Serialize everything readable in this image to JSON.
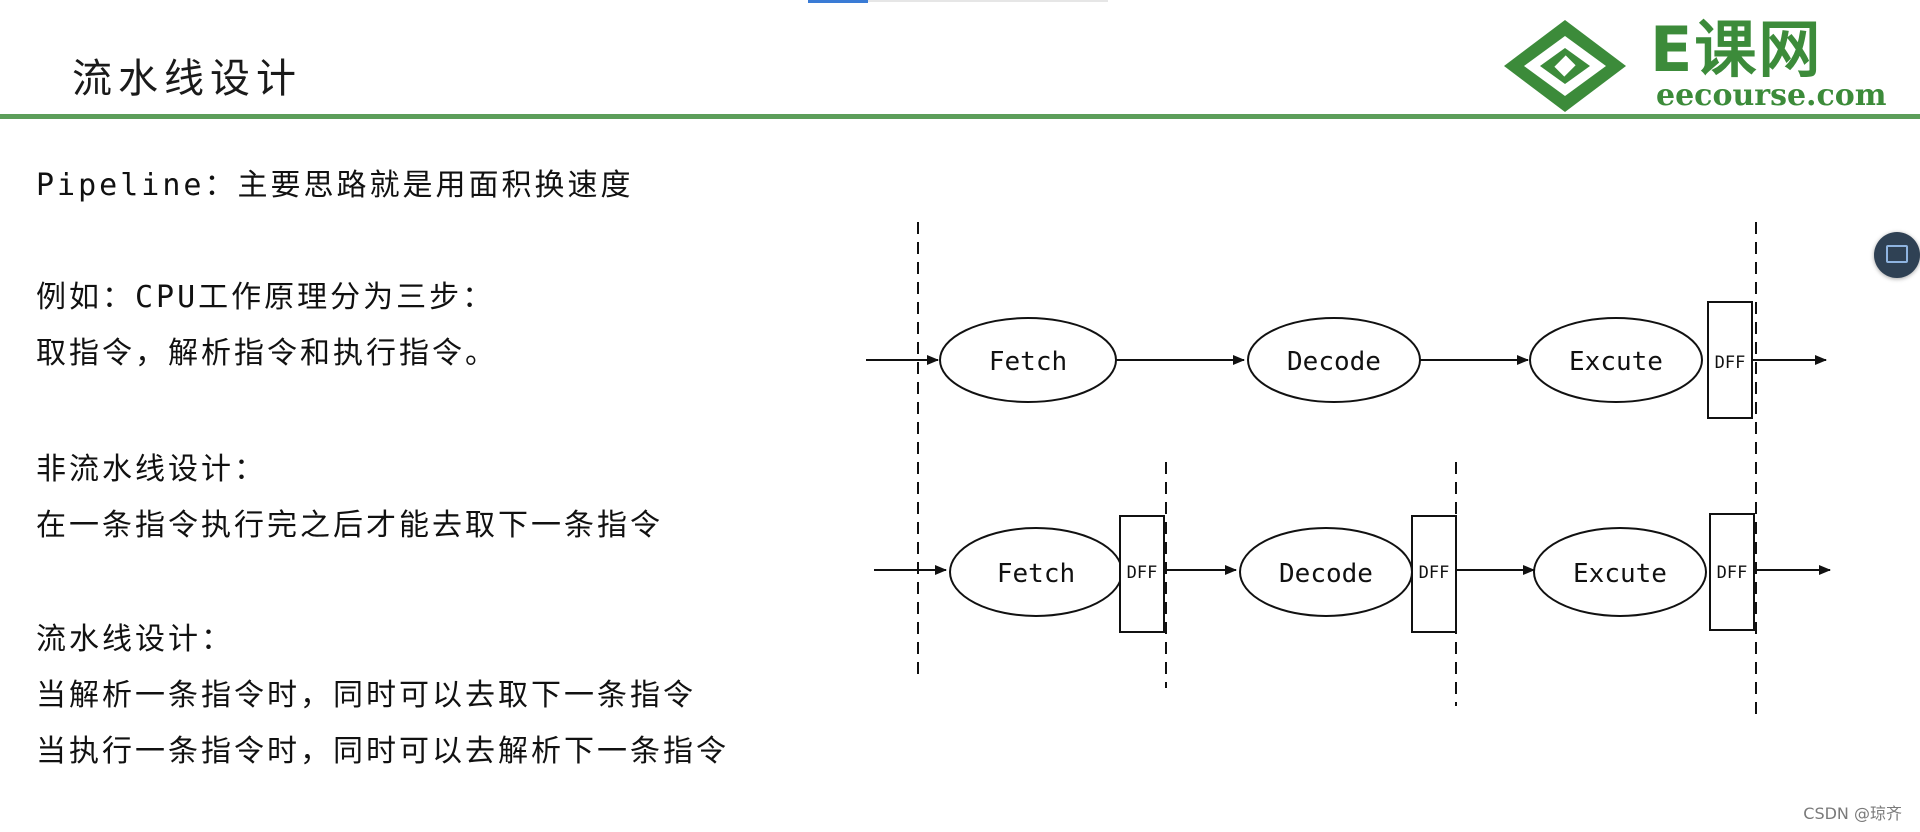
{
  "slide": {
    "title": "流水线设计"
  },
  "logo": {
    "name": "E课网",
    "url": "eecourse.com",
    "color": "#3c8b3a"
  },
  "content": {
    "pipeline_line": "Pipeline：主要思路就是用面积换速度",
    "example": {
      "line1": "例如：CPU工作原理分为三步：",
      "line2": "取指令，解析指令和执行指令。"
    },
    "non_pipeline": {
      "heading": "非流水线设计：",
      "text": "在一条指令执行完之后才能去取下一条指令"
    },
    "pipeline_design": {
      "heading": "流水线设计：",
      "line1": "当解析一条指令时，同时可以去取下一条指令",
      "line2": "当执行一条指令时，同时可以去解析下一条指令"
    }
  },
  "diagram": {
    "non_pipelined": {
      "stages": [
        "Fetch",
        "Decode",
        "Excute"
      ],
      "register_label": "DFF"
    },
    "pipelined": {
      "stages": [
        "Fetch",
        "Decode",
        "Excute"
      ],
      "register_labels": [
        "DFF",
        "DFF",
        "DFF"
      ]
    }
  },
  "overlay": {
    "icon": "presentation-icon",
    "watermark": "CSDN @琼齐"
  }
}
